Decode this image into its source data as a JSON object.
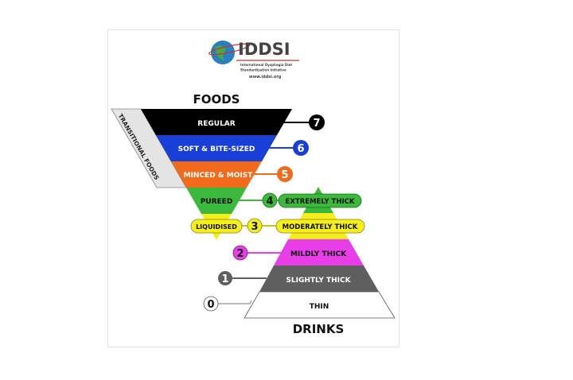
{
  "logo": {
    "name": "IDDSI",
    "subtitle_line1": "International Dysphagia Diet",
    "subtitle_line2": "Standardisation Initiative",
    "url": "www.iddsi.org"
  },
  "foods": {
    "title": "FOODS",
    "transitional_label": "TRANSITIONAL FOODS",
    "levels": [
      {
        "level": "7",
        "label": "REGULAR",
        "color": "#000000"
      },
      {
        "level": "6",
        "label": "SOFT & BITE-SIZED",
        "color": "#1a3fd6"
      },
      {
        "level": "5",
        "label": "MINCED & MOIST",
        "color": "#f26b1d"
      },
      {
        "level": "4",
        "label": "PUREED",
        "color": "#3cb83c"
      },
      {
        "level": "3",
        "label": "LIQUIDISED",
        "color": "#f5ee1f"
      }
    ]
  },
  "drinks": {
    "title": "DRINKS",
    "levels": [
      {
        "level": "4",
        "label": "EXTREMELY THICK",
        "color": "#3cb83c"
      },
      {
        "level": "3",
        "label": "MODERATELY THICK",
        "color": "#f5ee1f"
      },
      {
        "level": "2",
        "label": "MILDLY THICK",
        "color": "#e83ee8"
      },
      {
        "level": "1",
        "label": "SLIGHTLY THICK",
        "color": "#5f5f5f"
      },
      {
        "level": "0",
        "label": "THIN",
        "color": "#ffffff"
      }
    ]
  }
}
